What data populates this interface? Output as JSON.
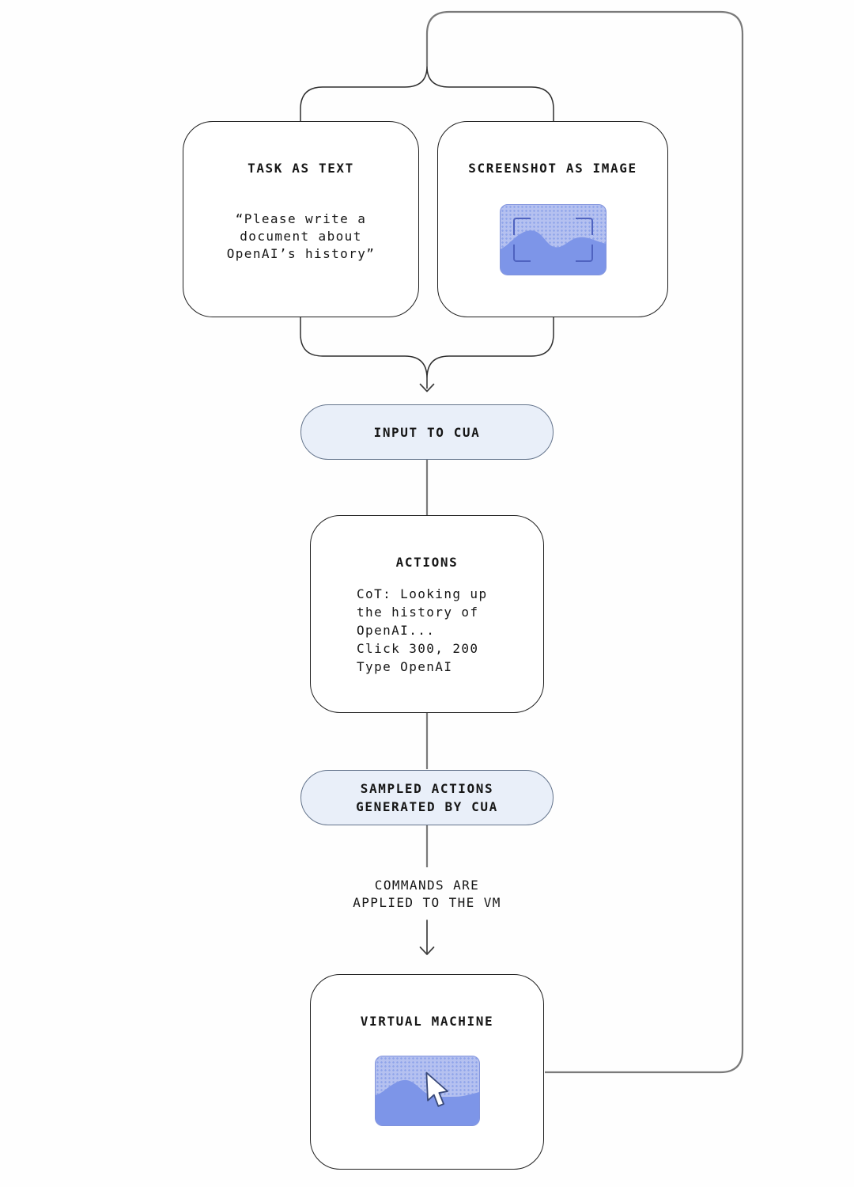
{
  "task_box": {
    "title": "TASK AS TEXT",
    "quote_lines": [
      "“Please write a",
      "document about",
      "OpenAI’s history”"
    ]
  },
  "screenshot_box": {
    "title": "SCREENSHOT AS IMAGE"
  },
  "input_pill": {
    "label": "INPUT TO CUA"
  },
  "actions_box": {
    "title": "ACTIONS",
    "cot_lines": [
      "CoT: Looking up",
      "the history of",
      "OpenAI...",
      "Click 300, 200",
      "Type OpenAI"
    ]
  },
  "sampled_pill": {
    "label_lines": [
      "SAMPLED ACTIONS",
      "GENERATED BY CUA"
    ]
  },
  "vm_arrow_caption": {
    "lines": [
      "COMMANDS ARE",
      "APPLIED TO THE VM"
    ]
  },
  "vm_box": {
    "title": "VIRTUAL MACHINE"
  },
  "icons": {
    "screenshot_thumbnail": "framed-screenshot-with-wave-and-viewfinder-brackets",
    "vm_thumbnail": "screen-with-wave-and-mouse-pointer"
  },
  "colors": {
    "pill-fill": "#e9eff9",
    "pill-border": "#64748c",
    "box-border": "#1f1f1f",
    "line-gray": "#7a7a7a",
    "line-dark": "#2e2e2e",
    "thumb-base": "#b5c1f0",
    "thumb-dot": "#8fa4ea",
    "thumb-wave": "#7d95e8",
    "thumb-border": "#8093dc",
    "bracket": "#4f63c0",
    "text": "#161616"
  }
}
